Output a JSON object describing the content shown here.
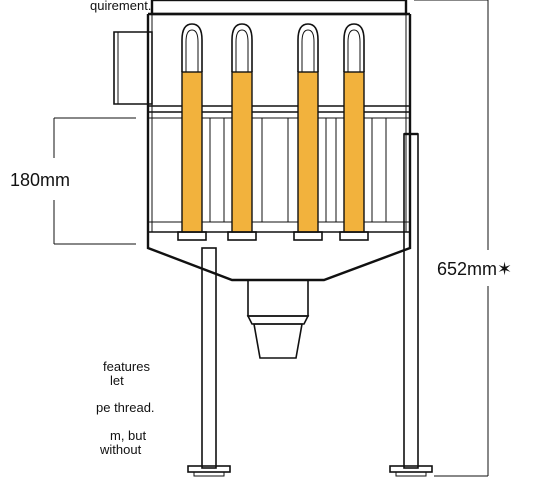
{
  "notes": {
    "top_fragment": "quirement.",
    "lines": [
      "features",
      "let",
      "pe thread.",
      "m, but",
      "without"
    ]
  },
  "dimensions": {
    "height_label": "180mm",
    "total_label": "652mm✶"
  },
  "colors": {
    "bag": "#F2B23D",
    "outline": "#111111",
    "background": "#FFFFFF"
  },
  "filter_bag_count": 4
}
